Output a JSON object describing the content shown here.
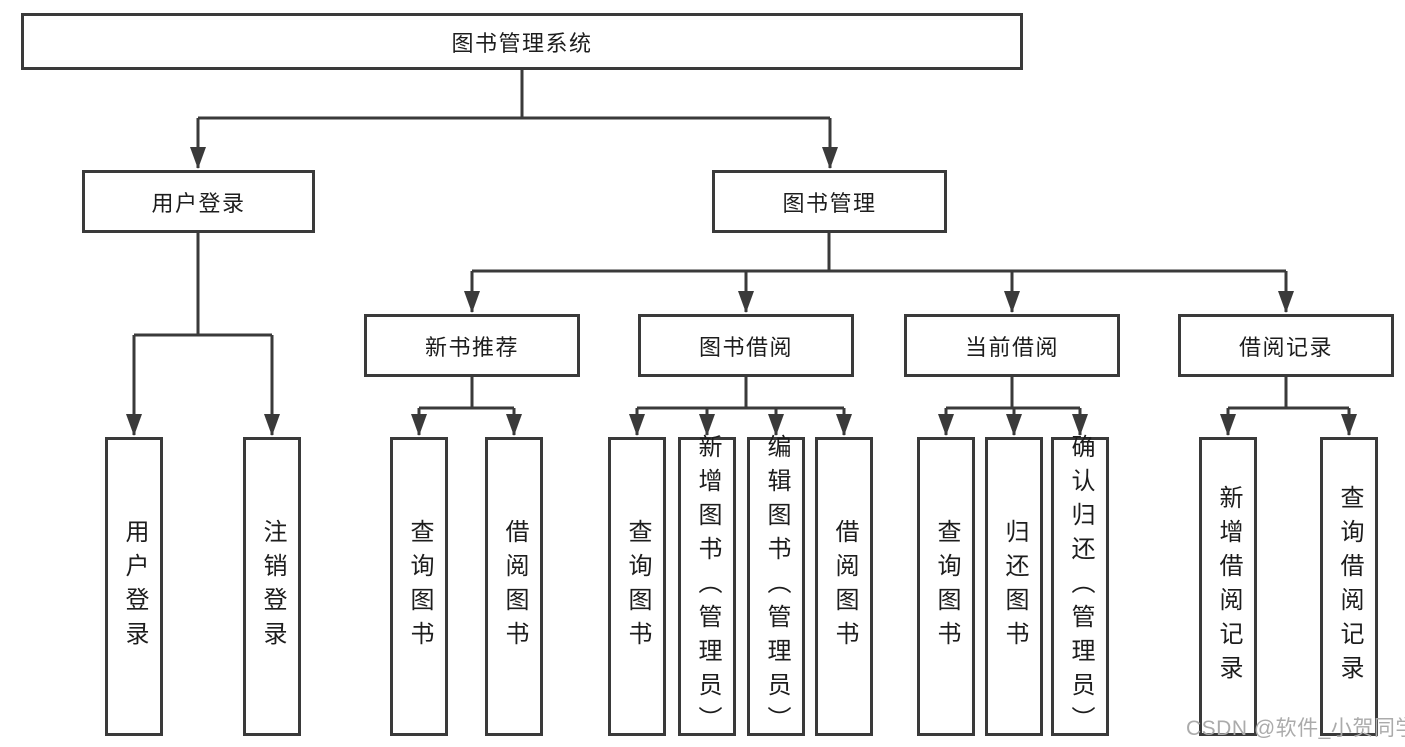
{
  "colors": {
    "line": "#3a3a3a",
    "text": "#1d1d1d",
    "background": "#ffffff",
    "watermark": "#ababab"
  },
  "watermark": "CSDN @软件_小贺同学",
  "tree": {
    "root": {
      "label": "图书管理系统"
    },
    "branches": [
      {
        "label": "用户登录",
        "children": [
          {
            "label": "用户登录"
          },
          {
            "label": "注销登录"
          }
        ]
      },
      {
        "label": "图书管理",
        "children": [
          {
            "label": "新书推荐",
            "children": [
              {
                "label": "查询图书"
              },
              {
                "label": "借阅图书"
              }
            ]
          },
          {
            "label": "图书借阅",
            "children": [
              {
                "label": "查询图书"
              },
              {
                "label": "新增图书（管理员）"
              },
              {
                "label": "编辑图书（管理员）"
              },
              {
                "label": "借阅图书"
              }
            ]
          },
          {
            "label": "当前借阅",
            "children": [
              {
                "label": "查询图书"
              },
              {
                "label": "归还图书"
              },
              {
                "label": "确认归还（管理员）"
              }
            ]
          },
          {
            "label": "借阅记录",
            "children": [
              {
                "label": "新增借阅记录"
              },
              {
                "label": "查询借阅记录"
              }
            ]
          }
        ]
      }
    ]
  }
}
